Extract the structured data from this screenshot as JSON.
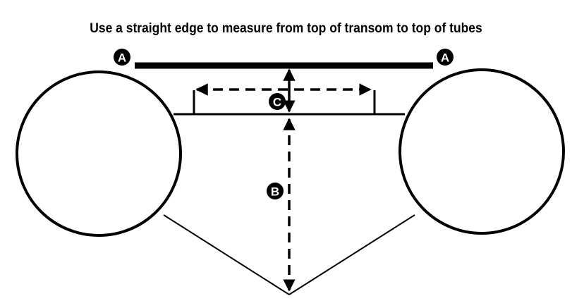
{
  "title": "Use a straight edge to measure from top of transom to top of tubes",
  "markers": {
    "a_left": "A",
    "a_right": "A",
    "b": "B",
    "c": "C"
  },
  "colors": {
    "stroke": "#000000",
    "background": "#ffffff",
    "marker_fill": "#000000",
    "marker_text": "#ffffff"
  }
}
